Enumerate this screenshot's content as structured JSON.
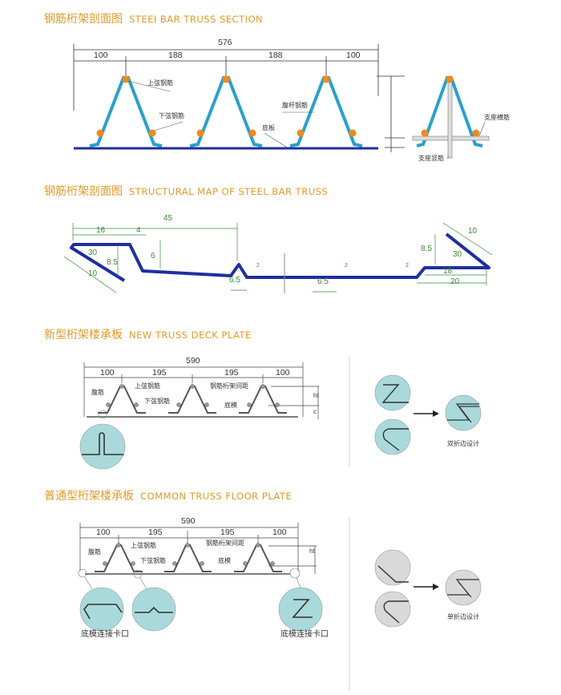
{
  "sections": [
    {
      "title_cn": "钢筋桁架剖面图",
      "title_en": "STEEI BAR TRUSS SECTION",
      "total": "576",
      "spans": [
        "100",
        "188",
        "188",
        "100"
      ],
      "labels": {
        "top_chord": "上弦钢筋",
        "bottom_chord": "下弦钢筋",
        "web": "腹杆钢筋",
        "base_plate": "底板",
        "support_h": "支座横筋",
        "support_v": "支座竖筋"
      }
    },
    {
      "title_cn": "钢筋桁架剖面图",
      "title_en": "STRUCTURAL MAP OF STEEL BAR TRUSS",
      "dims": {
        "d45": "45",
        "d16": "16",
        "d4": "4",
        "d6": "6",
        "d85": "8.5",
        "d30": "30",
        "d10": "10",
        "d2": "2",
        "d65": "6.5",
        "d18": "18",
        "d20": "20"
      }
    },
    {
      "title_cn": "新型桁架楼承板",
      "title_en": "NEW TRUSS DECK PLATE",
      "total": "590",
      "spans": [
        "100",
        "195",
        "195",
        "100"
      ],
      "labels": {
        "top_chord": "上弦钢筋",
        "web": "腹筋",
        "bottom_chord": "下弦钢筋",
        "spacing": "钢筋桁架间距",
        "bottom_form": "底模",
        "ht": "ht",
        "c": "c",
        "design": "双折边设计"
      }
    },
    {
      "title_cn": "普通型桁架楼承板",
      "title_en": "COMMON TRUSS FLOOR PLATE",
      "total": "590",
      "spans": [
        "100",
        "195",
        "195",
        "100"
      ],
      "labels": {
        "top_chord": "上弦钢筋",
        "web": "腹筋",
        "bottom_chord": "下弦钢筋",
        "spacing": "钢筋桁架间距",
        "bottom_form": "底模",
        "ht": "ht",
        "joint": "底模连接卡口",
        "design": "单折边设计"
      }
    }
  ],
  "colors": {
    "title": "#e39a2a",
    "truss": "#2aa0cc",
    "plate": "#1f2f9e",
    "node": "#ef8a1e",
    "detail": "#a9d9db",
    "detail_gray": "#d9d9d9",
    "dim_green": "#3a8a3a"
  }
}
